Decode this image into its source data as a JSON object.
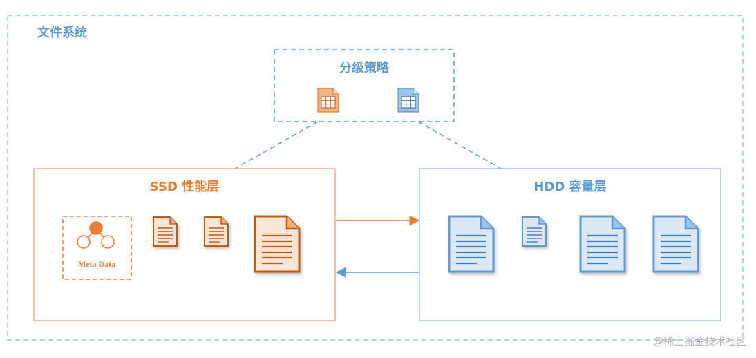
{
  "file_system": {
    "title": "文件系统"
  },
  "tiering_policy": {
    "title": "分级策略",
    "icons": [
      "orange-table-doc-icon",
      "blue-table-doc-icon"
    ]
  },
  "ssd_layer": {
    "title": "SSD 性能层",
    "meta_label": "Meta Data",
    "files": [
      "small-file-icon",
      "small-file-icon",
      "large-file-icon"
    ]
  },
  "hdd_layer": {
    "title": "HDD 容量层",
    "files": [
      "large-file-icon",
      "small-file-icon",
      "large-file-icon",
      "large-file-icon"
    ]
  },
  "watermark": "@稀土掘金技术社区",
  "colors": {
    "blue": "#5b9bd5",
    "blue_dark": "#3f7fbf",
    "orange": "#ed7d31",
    "orange_dark": "#c55a11",
    "light_blue_fill": "#dce9f5",
    "light_orange_fill": "#fbe5d6"
  }
}
